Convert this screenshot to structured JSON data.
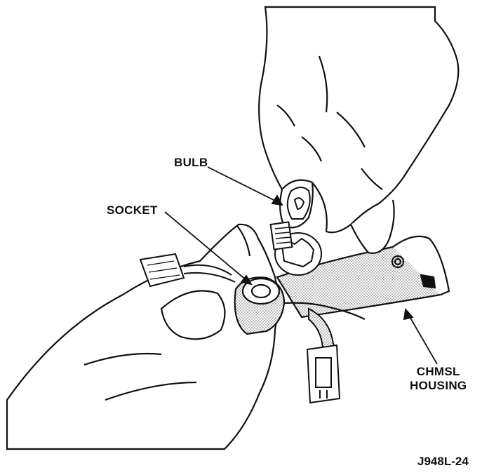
{
  "labels": {
    "bulb": "BULB",
    "socket": "SOCKET",
    "housing_line1": "CHMSL",
    "housing_line2": "HOUSING"
  },
  "figure_id": "J948L-24",
  "colors": {
    "ink": "#111111",
    "shade": "#bdbdbd",
    "paper": "#ffffff"
  }
}
